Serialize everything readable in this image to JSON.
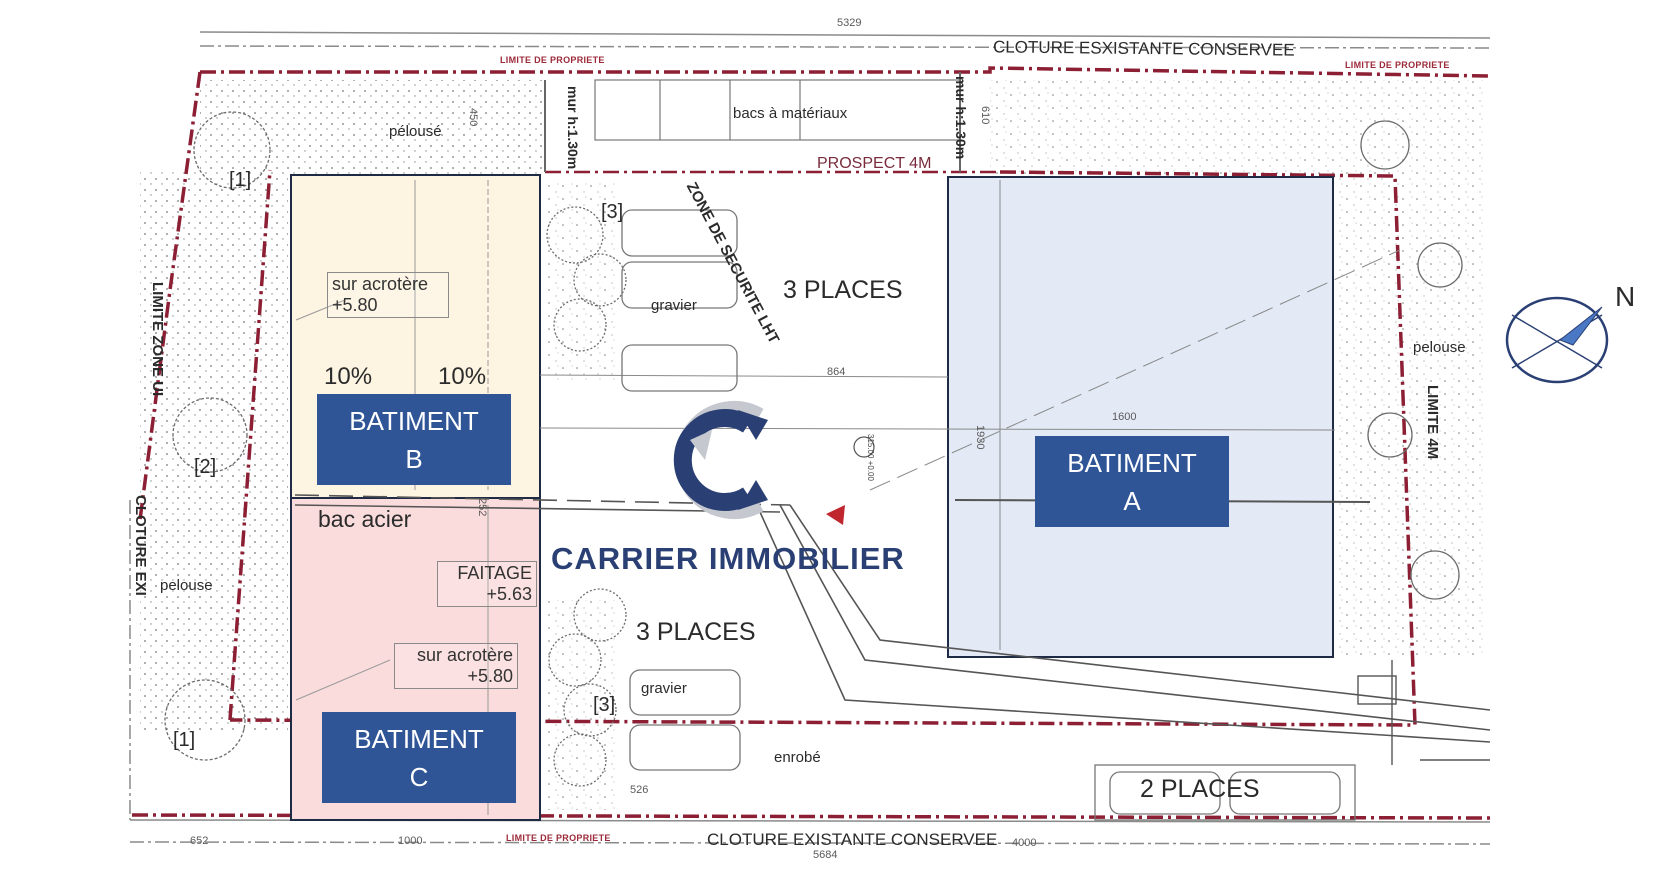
{
  "dimensions": {
    "top_total": "5329",
    "bottom_total": "5684",
    "bottom_left": "652",
    "bottom_mid": "1000",
    "bottom_right": "4000",
    "road_width": "864",
    "bat_a_width": "1600",
    "bat_a_depth": "1930",
    "top_margin": "450",
    "right_margin": "610",
    "spot_height": "315.00 +0.00",
    "park_bottom": "526",
    "mid_b": "252"
  },
  "labels": {
    "cloture_top": "CLOTURE ESXISTANTE CONSERVEE",
    "cloture_bottom": "CLOTURE EXISTANTE CONSERVEE",
    "limite_propriete": "LIMITE DE PROPRIETE",
    "limite_zone": "LIMITE ZONE UI",
    "cloture_left": "CLOTURE EXI",
    "limite_4m": "LIMITE 4M",
    "prospect": "PROSPECT 4M",
    "zone_securite": "ZONE DE SECURITE LHT",
    "bacs": "bacs à matériaux",
    "mur_left": "mur h:1.30m",
    "mur_right": "mur h:1.30m",
    "pelouse_top": "pélousé",
    "pelouse_left": "pelouse",
    "pelouse_right": "pelouse",
    "gravier_top": "gravier",
    "gravier_bottom": "gravier",
    "enrobe": "enrobé",
    "places_top": "3 PLACES",
    "places_bottom": "3 PLACES",
    "places_right": "2 PLACES",
    "marker_1_top": "[1]",
    "marker_2": "[2]",
    "marker_1_bottom": "[1]",
    "marker_3_top": "[3]",
    "marker_3_bottom": "[3]",
    "north": "N"
  },
  "bat_b": {
    "note_line1": "sur acrotère",
    "note_line2": "+5.80",
    "slope_left": "10%",
    "slope_right": "10%",
    "badge_line1": "BATIMENT",
    "badge_line2": "B"
  },
  "bat_c": {
    "roof": "bac acier",
    "faitage_line1": "FAITAGE",
    "faitage_line2": "+5.63",
    "note_line1": "sur acrotère",
    "note_line2": "+5.80",
    "badge_line1": "BATIMENT",
    "badge_line2": "C"
  },
  "bat_a": {
    "badge_line1": "BATIMENT",
    "badge_line2": "A"
  },
  "logo": {
    "text": "CARRIER IMMOBILIER",
    "icon": "carrier-c-logo-icon"
  },
  "colors": {
    "bat_a_fill": "#e3e9f5",
    "bat_b_fill": "#fdf4e2",
    "bat_c_fill": "#fbdcdc",
    "badge": "#2f5597",
    "property_line": "#8c1f34",
    "logo": "#2a3f73"
  }
}
